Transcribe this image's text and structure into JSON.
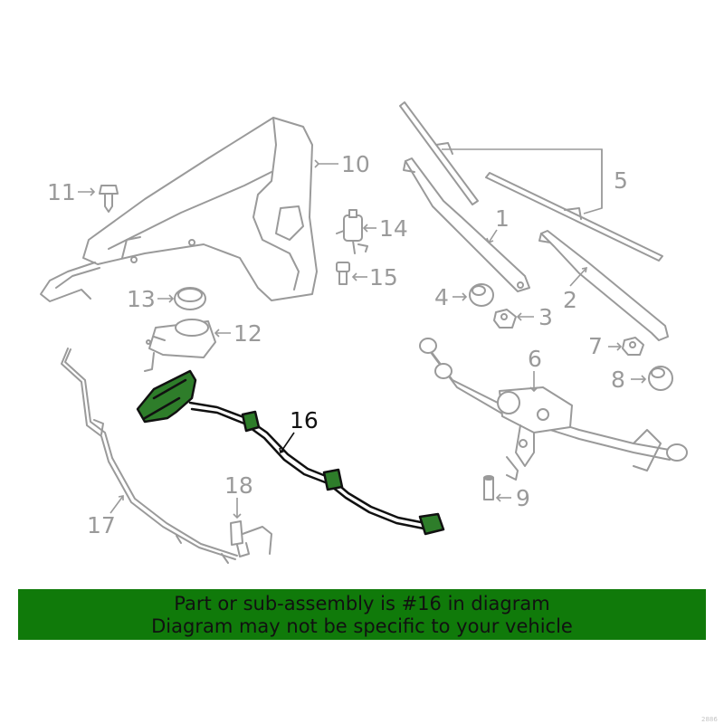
{
  "diagram": {
    "callouts": {
      "c1": "1",
      "c2": "2",
      "c3": "3",
      "c4": "4",
      "c5": "5",
      "c6": "6",
      "c7": "7",
      "c8": "8",
      "c9": "9",
      "c10": "10",
      "c11": "11",
      "c12": "12",
      "c13": "13",
      "c14": "14",
      "c15": "15",
      "c16": "16",
      "c17": "17",
      "c18": "18"
    },
    "highlighted_part": "16",
    "watermark": "2886"
  },
  "banner": {
    "line1": "Part or sub-assembly is #16 in diagram",
    "line2": "Diagram may not be specific to your vehicle"
  },
  "colors": {
    "banner_bg": "#107a0a",
    "highlight_fill": "#2e7d2a",
    "part_stroke": "#9a9a9a"
  }
}
